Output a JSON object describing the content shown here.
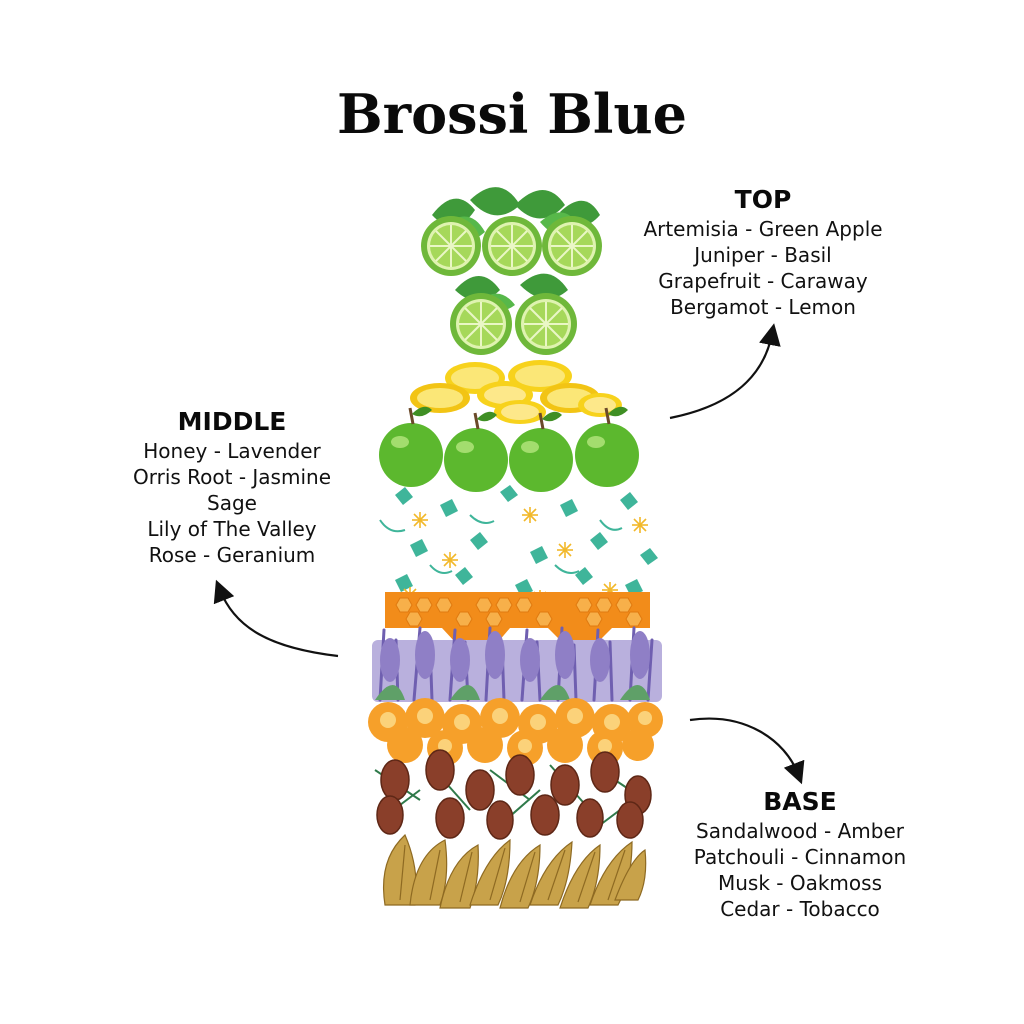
{
  "title": "Brossi Blue",
  "top": {
    "heading": "TOP",
    "lines": [
      "Artemisia - Green Apple",
      "Juniper - Basil",
      "Grapefruit - Caraway",
      "Bergamot - Lemon"
    ]
  },
  "middle": {
    "heading": "MIDDLE",
    "lines": [
      "Honey - Lavender",
      "Orris Root - Jasmine",
      "Sage",
      "Lily of The Valley",
      "Rose - Geranium"
    ]
  },
  "base": {
    "heading": "BASE",
    "lines": [
      "Sandalwood - Amber",
      "Patchouli - Cinnamon",
      "Musk - Oakmoss",
      "Cedar - Tobacco"
    ]
  },
  "illustration": {
    "layers": [
      "lime-leaves",
      "lemon-slices",
      "green-apples",
      "herb-flower-pattern",
      "honeycomb",
      "lavender",
      "orange-roses",
      "pine-cones",
      "tobacco-leaves"
    ],
    "colors": {
      "lime": "#7dc242",
      "leaf": "#3f9a3a",
      "lemon": "#f7d21c",
      "apple": "#5cb82e",
      "herb": "#3fb59a",
      "honey": "#f28c1a",
      "lavender": "#8f7fc6",
      "rose": "#f6a02a",
      "pinecone": "#8a3f2a",
      "tobacco": "#c8a24a"
    }
  }
}
